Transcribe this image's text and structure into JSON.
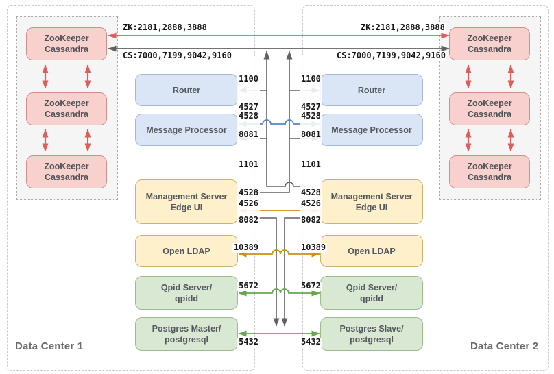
{
  "diagram": {
    "datacenter_1_label": "Data Center 1",
    "datacenter_2_label": "Data Center 2",
    "zk_node": {
      "line1": "ZooKeeper",
      "line2": "Cassandra"
    },
    "components": {
      "router": "Router",
      "message_processor": "Message Processor",
      "management_server": {
        "line1": "Management Server",
        "line2": "Edge UI"
      },
      "open_ldap": "Open LDAP",
      "qpid": {
        "line1": "Qpid Server/",
        "line2": "qpidd"
      },
      "postgres_master": {
        "line1": "Postgres Master/",
        "line2": "postgresql"
      },
      "postgres_slave": {
        "line1": "Postgres Slave/",
        "line2": "postgresql"
      }
    },
    "connections": {
      "zookeeper_ports": "ZK:2181,2888,3888",
      "cassandra_ports": "CS:7000,7199,9042,9160",
      "router_in": [
        "1100",
        "4527",
        "8081"
      ],
      "mp_peer_port": "4528",
      "mp_in": [
        "1101",
        "4528",
        "8082"
      ],
      "management_port": "4526",
      "ldap_port": "10389",
      "qpid_port": "5672",
      "postgres_port": "5432"
    },
    "colors": {
      "zk_line": "#dc5f5b",
      "cs_line": "#616161",
      "mp_line": "#5585c5",
      "gold_line": "#c7950b",
      "green_line": "#67a84e",
      "pink_fill": "#f8d0cd",
      "blue_fill": "#dae6f6",
      "beige_fill": "#fdf0cb",
      "green_fill": "#d9e8d3"
    }
  }
}
